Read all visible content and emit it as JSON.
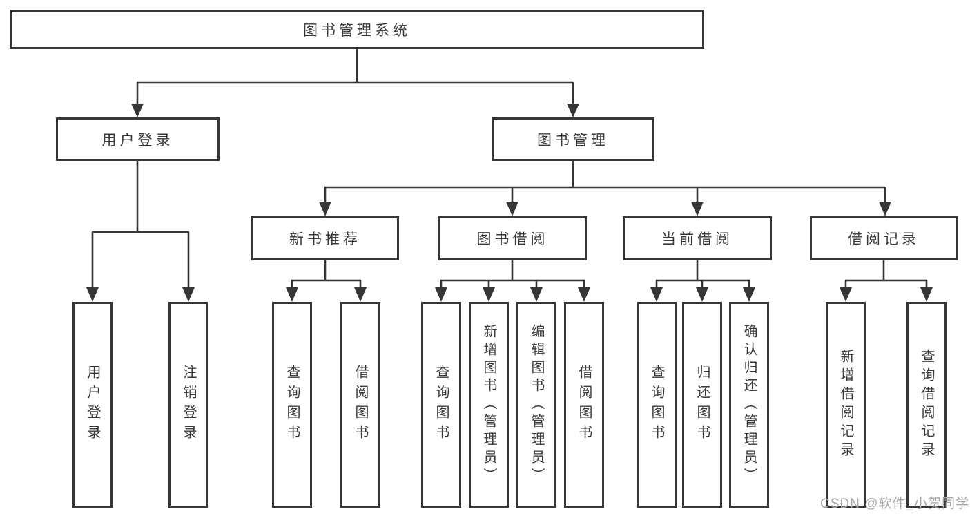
{
  "diagram": {
    "colors": {
      "line": "#363636",
      "background": "#ffffff",
      "text": "#3a3a3a",
      "watermark": "#a6a6a6"
    },
    "tree": {
      "label": "图书管理系统",
      "children": [
        {
          "label": "用户登录",
          "children": [
            {
              "label": "用户登录"
            },
            {
              "label": "注销登录"
            }
          ]
        },
        {
          "label": "图书管理",
          "children": [
            {
              "label": "新书推荐",
              "children": [
                {
                  "label": "查询图书"
                },
                {
                  "label": "借阅图书"
                }
              ]
            },
            {
              "label": "图书借阅",
              "children": [
                {
                  "label": "查询图书"
                },
                {
                  "label": "新增图书（管理员）"
                },
                {
                  "label": "编辑图书（管理员）"
                },
                {
                  "label": "借阅图书"
                }
              ]
            },
            {
              "label": "当前借阅",
              "children": [
                {
                  "label": "查询图书"
                },
                {
                  "label": "归还图书"
                },
                {
                  "label": "确认归还（管理员）"
                }
              ]
            },
            {
              "label": "借阅记录",
              "children": [
                {
                  "label": "新增借阅记录"
                },
                {
                  "label": "查询借阅记录"
                }
              ]
            }
          ]
        }
      ]
    }
  },
  "watermark": {
    "text": "CSDN @软件_小贺同学"
  }
}
